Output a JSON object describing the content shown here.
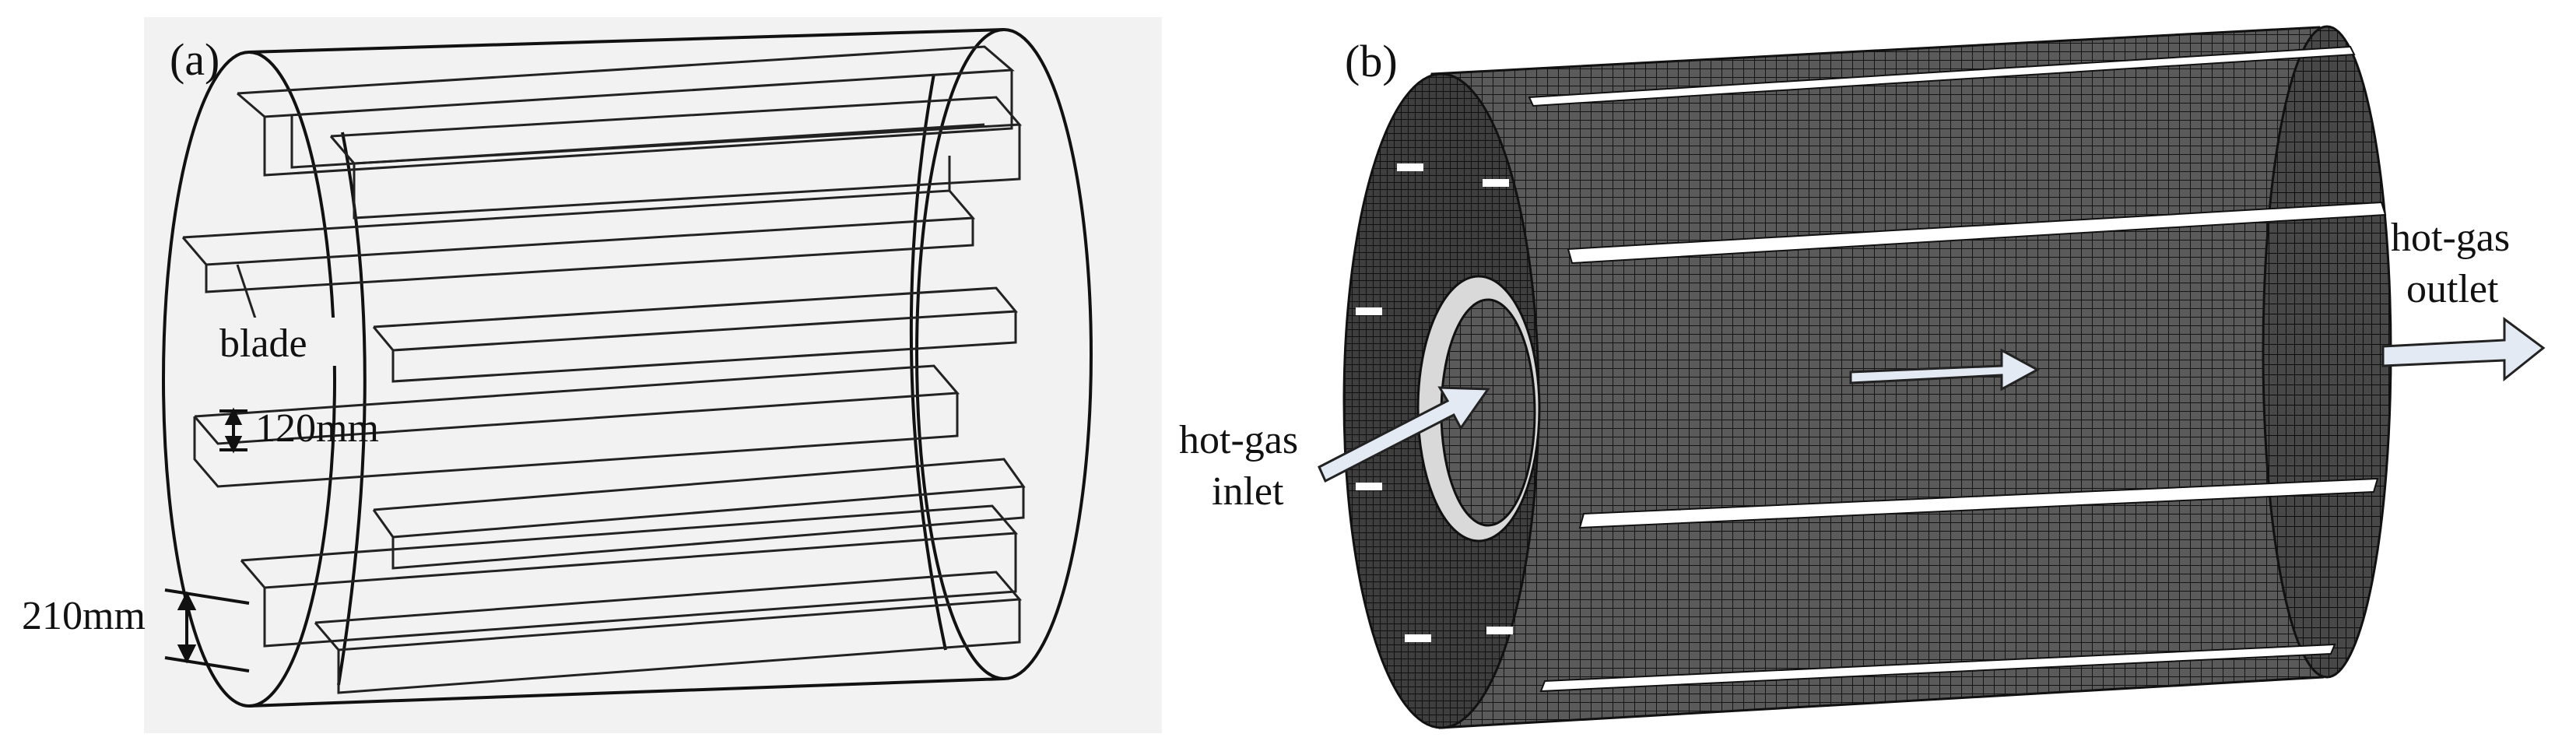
{
  "panel_a": {
    "label": "(a)",
    "annotations": {
      "blade": "blade",
      "dim_small": "120mm",
      "dim_large": "210mm"
    }
  },
  "panel_b": {
    "label": "(b)",
    "annotations": {
      "inlet_line1": "hot-gas",
      "inlet_line2": "inlet",
      "outlet_line1": "hot-gas",
      "outlet_line2": "outlet"
    }
  },
  "colors": {
    "line": "#111111",
    "panel_a_bg": "#f2f2f2",
    "mesh_dark": "#2a2a2a",
    "mesh_fill": "#4a4a4a",
    "arrow_fill": "#e4eaf4",
    "arrow_stroke": "#222222"
  }
}
